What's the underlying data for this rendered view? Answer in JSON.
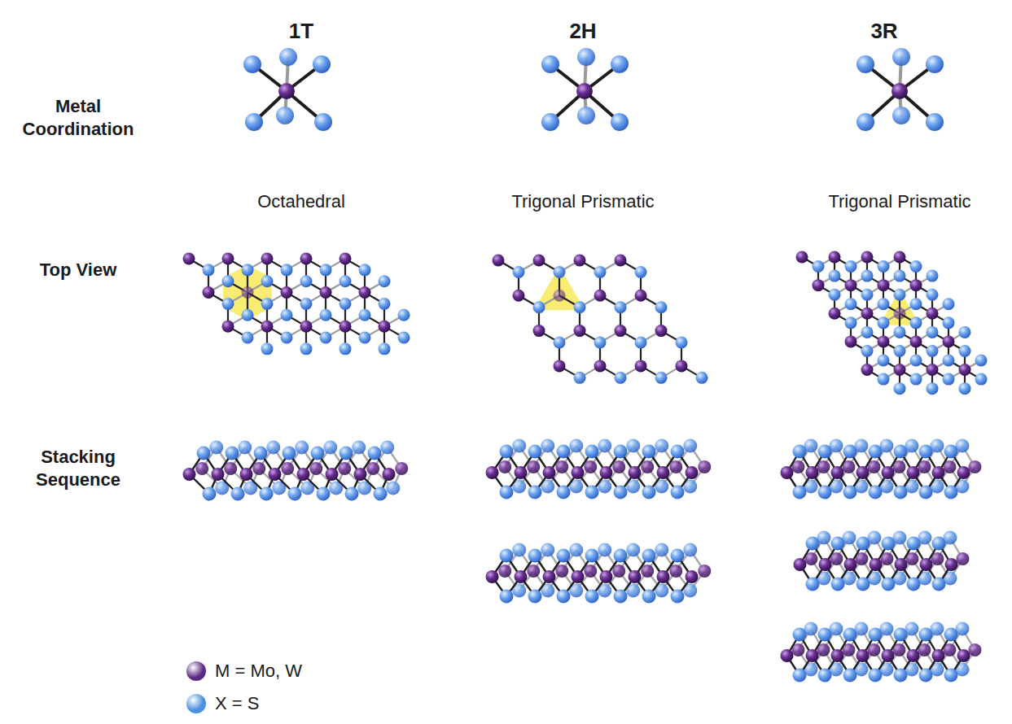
{
  "diagram": {
    "labels": [
      "1T",
      "2H",
      "3R",
      "Metal Coordination",
      "Octahedral",
      "Trigonal Prismatic",
      "Trigonal Prismatic",
      "Top View",
      "Stacking Sequence"
    ],
    "legend": [
      {
        "text": "M = Mo, W",
        "color": "#5b2a86"
      },
      {
        "text": "X = S",
        "color": "#4a8fe0"
      }
    ]
  }
}
